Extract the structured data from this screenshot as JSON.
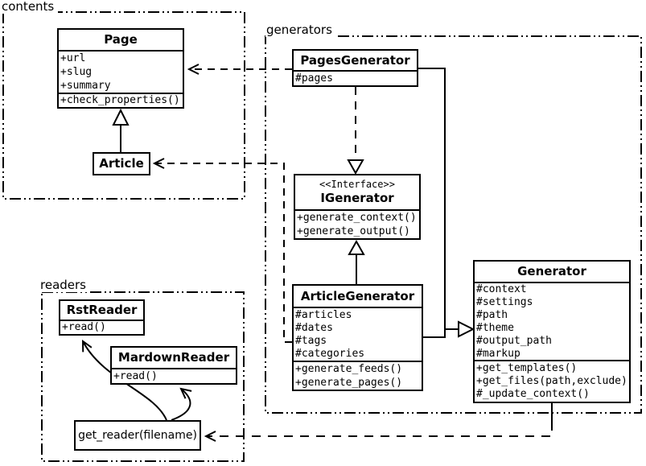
{
  "colors": {
    "ink": "#000000",
    "paper": "#ffffff"
  },
  "packages": {
    "contents": {
      "label": "contents"
    },
    "generators": {
      "label": "generators"
    },
    "readers": {
      "label": "readers"
    }
  },
  "classes": {
    "page": {
      "name": "Page",
      "attributes": [
        "+url",
        "+slug",
        "+summary"
      ],
      "methods": [
        "+check_properties()"
      ]
    },
    "article": {
      "name": "Article"
    },
    "pages_generator": {
      "name": "PagesGenerator",
      "attributes": [
        "#pages"
      ]
    },
    "igenerator": {
      "stereotype": "<<Interface>>",
      "name": "IGenerator",
      "methods": [
        "+generate_context()",
        "+generate_output()"
      ]
    },
    "article_generator": {
      "name": "ArticleGenerator",
      "attributes": [
        "#articles",
        "#dates",
        "#tags",
        "#categories"
      ],
      "methods": [
        "+generate_feeds()",
        "+generate_pages()"
      ]
    },
    "generator": {
      "name": "Generator",
      "attributes": [
        "#context",
        "#settings",
        "#path",
        "#theme",
        "#output_path",
        "#markup"
      ],
      "methods": [
        "+get_templates()",
        "+get_files(path,exclude)",
        "#_update_context()"
      ]
    },
    "rst_reader": {
      "name": "RstReader",
      "methods": [
        "+read()"
      ]
    },
    "mardown_reader": {
      "name": "MardownReader",
      "methods": [
        "+read()"
      ]
    }
  },
  "functions": {
    "get_reader": {
      "label": "get_reader(filename)"
    }
  },
  "relationships": [
    {
      "from": "Article",
      "to": "Page",
      "type": "inheritance"
    },
    {
      "from": "PagesGenerator",
      "to": "Page",
      "type": "dependency"
    },
    {
      "from": "PagesGenerator",
      "to": "IGenerator",
      "type": "realization"
    },
    {
      "from": "ArticleGenerator",
      "to": "IGenerator",
      "type": "inheritance"
    },
    {
      "from": "PagesGenerator",
      "to": "Generator",
      "type": "inheritance"
    },
    {
      "from": "ArticleGenerator",
      "to": "Generator",
      "type": "inheritance"
    },
    {
      "from": "ArticleGenerator",
      "to": "Article",
      "type": "dependency"
    },
    {
      "from": "Generator",
      "to": "get_reader(filename)",
      "type": "dependency"
    },
    {
      "from": "get_reader(filename)",
      "to": "RstReader",
      "type": "call"
    },
    {
      "from": "get_reader(filename)",
      "to": "MardownReader",
      "type": "call"
    }
  ]
}
